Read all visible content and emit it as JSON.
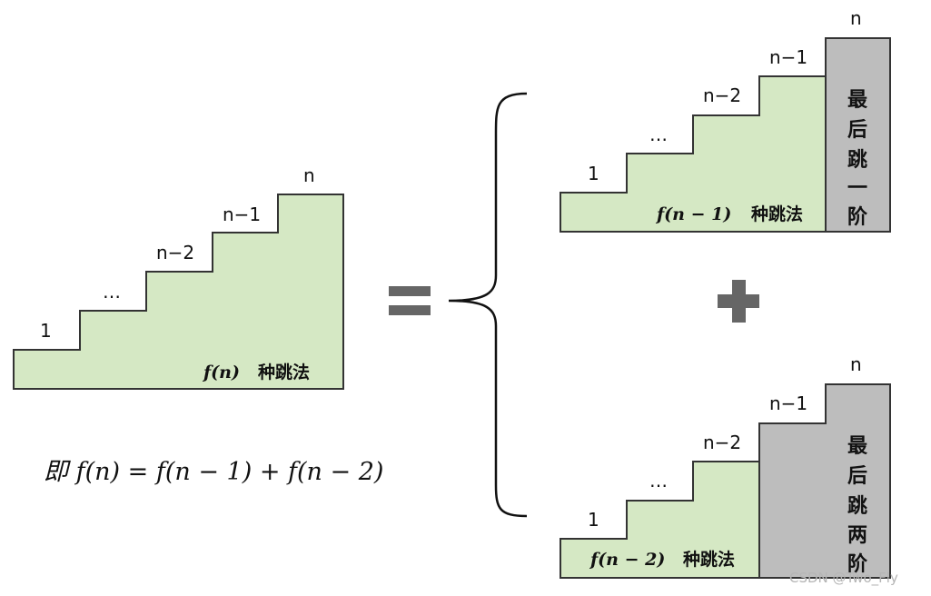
{
  "colors": {
    "step_fill": "#d5e8c4",
    "block_fill": "#bdbdbd",
    "outline": "#333333",
    "symbol": "#666666"
  },
  "left": {
    "labels": [
      "1",
      "…",
      "n−2",
      "n−1",
      "n"
    ],
    "formula": "f(n)",
    "text": "种跳法"
  },
  "top": {
    "labels": [
      "1",
      "…",
      "n−2",
      "n−1",
      "n"
    ],
    "formula": "f(n − 1)",
    "text": "种跳法",
    "block_chars": [
      "最",
      "后",
      "跳",
      "一",
      "阶"
    ]
  },
  "bottom": {
    "labels": [
      "1",
      "…",
      "n−2",
      "n−1",
      "n"
    ],
    "formula": "f(n − 2)",
    "text": "种跳法",
    "block_chars": [
      "最",
      "后",
      "跳",
      "两",
      "阶"
    ]
  },
  "equation": "即 f(n) = f(n − 1) + f(n − 2)",
  "watermark": "CSDN @Two_Fly"
}
